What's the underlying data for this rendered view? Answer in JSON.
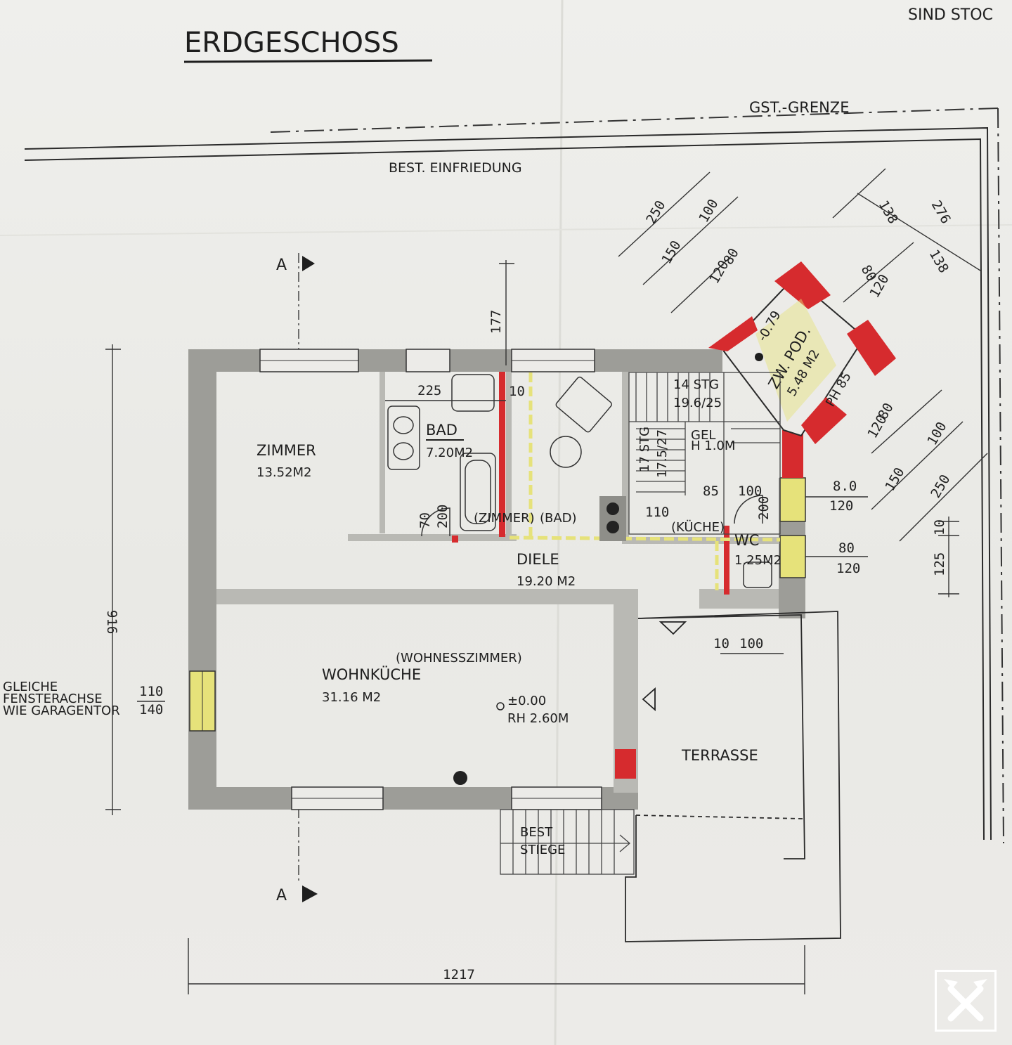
{
  "title": "ERDGESCHOSS",
  "top_right_note": "SIND STOC",
  "boundary_label": "GST.-GRENZE",
  "fence_label": "BEST. EINFRIEDUNG",
  "section_marker": "A",
  "rooms": {
    "zimmer": {
      "name": "ZIMMER",
      "area": "13.52M2"
    },
    "bad": {
      "name": "BAD",
      "area": "7.20M2"
    },
    "diele": {
      "name": "DIELE",
      "area": "19.20 M2"
    },
    "wohnkueche": {
      "name": "WOHNKÜCHE",
      "alt": "(WOHNESSZIMMER)",
      "area": "31.16 M2"
    },
    "terrasse": {
      "name": "TERRASSE"
    },
    "wc": {
      "name": "WC",
      "area": "1.25M2"
    },
    "podest": {
      "name": "ZW. POD.",
      "area": "5.48 M2",
      "level": "-0.79",
      "ph": "PH 85"
    }
  },
  "annotations": {
    "zimmer_alt": "(ZIMMER)",
    "bad_alt": "(BAD)",
    "kueche_alt": "(KÜCHE)",
    "stair_steps": "14 STG",
    "stair_ratio": "19.6/25",
    "stair_steps_2": "17 STG",
    "stair_ratio_2": "17.5/27",
    "gel": "GEL",
    "gel_h": "H 1.0M",
    "level": "±0.00",
    "room_height": "RH 2.60M",
    "best_stiege_1": "BEST",
    "best_stiege_2": "STIEGE",
    "window_axis_1": "GLEICHE",
    "window_axis_2": "FENSTERACHSE",
    "window_axis_3": "WIE GARAGENTOR"
  },
  "dimensions": {
    "d250a": "250",
    "d100a": "100",
    "d150a": "150",
    "d80a": "80",
    "d120a": "120",
    "d138a": "138",
    "d276": "276",
    "d138b": "138",
    "d80b": "80",
    "d120b": "120",
    "d177": "177",
    "d225": "225",
    "d10a": "10",
    "d80c": "80",
    "d120c": "120",
    "d100b": "100",
    "d150b": "150",
    "d250b": "250",
    "d80d": "8.0",
    "d120d": "120",
    "d10b": "10",
    "d125": "125",
    "d80e": "80",
    "d120e": "120",
    "d85": "85",
    "d100c": "100",
    "d110a": "110",
    "d200a": "200",
    "d70": "70",
    "d200b": "200",
    "d916": "916",
    "d110b": "110",
    "d140": "140",
    "d10c": "10",
    "d100d": "100",
    "d1217": "1217"
  },
  "colors": {
    "wall": "#9d9d98",
    "red_fill": "#d62b2e",
    "yellow_fill": "#e6e27a",
    "logo": "#ffffff"
  },
  "logo_icon": "raiffeisen-cross-icon"
}
